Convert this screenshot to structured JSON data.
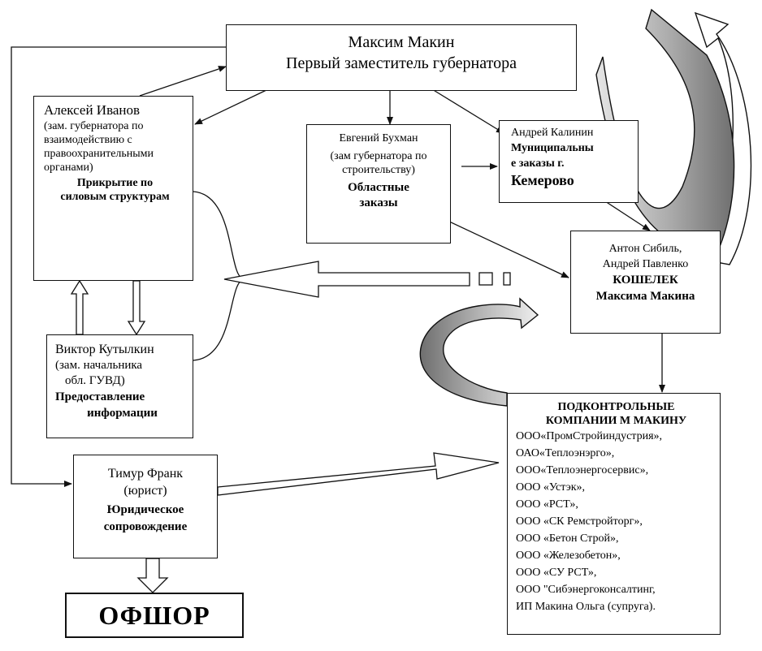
{
  "makin": {
    "name": "Максим Макин",
    "title": "Первый заместитель губернатора"
  },
  "ivanov": {
    "name": "Алексей   Иванов",
    "line1": "(зам. губернатора по",
    "line2": "взаимодействию     с",
    "line3": "правоохранительными",
    "line4": "органами)",
    "role_line1": "Прикрытие по",
    "role_line2": "силовым структурам"
  },
  "bukhman": {
    "name": "Евгений Бухман",
    "line1": "(зам губернатора по",
    "line2": "строительству)",
    "role_line1": "Областные",
    "role_line2": "заказы"
  },
  "kalinin": {
    "name": "Андрей Калинин",
    "role_line1": "Муниципальны",
    "role_line2": "е заказы г.",
    "role_line3": "Кемерово"
  },
  "sibil": {
    "name1": "Антон Сибиль,",
    "name2": "Андрей Павленко",
    "role_line1": "КОШЕЛЕК",
    "role_line2": "Максима Макина"
  },
  "kutylkin": {
    "name": "Виктор Кутылкин",
    "line1": "(зам. начальника",
    "line2": "обл. ГУВД)",
    "role_line1": "Предоставление",
    "role_line2": "информации"
  },
  "frank": {
    "name": "Тимур Франк",
    "line1": "(юрист)",
    "role_line1": "Юридическое",
    "role_line2": "сопровождение"
  },
  "offshore": {
    "label": "ОФШОР"
  },
  "companies": {
    "title_line1": "ПОДКОНТРОЛЬНЫЕ",
    "title_line2": "КОМПАНИИ М МАКИНУ",
    "items": [
      "ООО«ПромСтройиндустрия»,",
      "ОАО«Теплоэнэрго»,",
      "ООО«Теплоэнергосервис»,",
      "ООО «Устэк»,",
      "ООО «РСТ»,",
      "ООО «СК Ремстройторг»,",
      "ООО «Бетон Строй»,",
      "ООО «Железобетон»,",
      "ООО «СУ РСТ»,",
      "ООО \"Сибэнергоконсалтинг,",
      "ИП Макина Ольга (супруга)."
    ]
  }
}
